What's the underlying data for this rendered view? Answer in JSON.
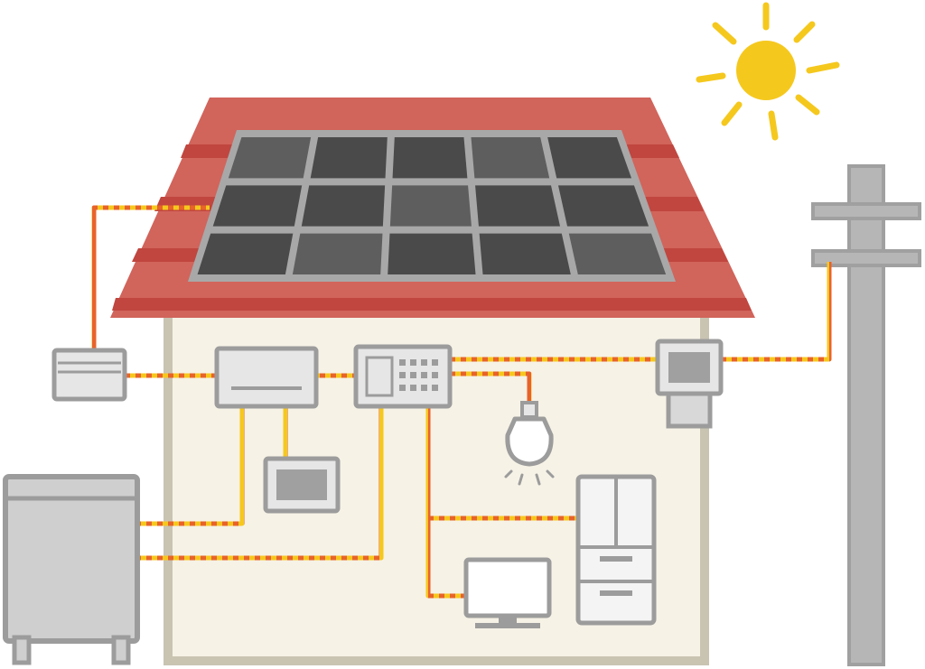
{
  "colors": {
    "background": "#ffffff",
    "sun": "#f5c81e",
    "roof": "#d1645b",
    "roof_stripe": "#c0463f",
    "panel_frame": "#a8a8a8",
    "panel_cell": "#4a4a4a",
    "panel_cell_shine": "#5e5e5e",
    "wall": "#f6f2e6",
    "wall_outline": "#c9c3b2",
    "device_fill": "#e6e6e6",
    "device_outline": "#9c9c9c",
    "device_screen": "#a0a0a0",
    "wire_orange": "#e8632b",
    "wire_yellow": "#f5c81e",
    "pole": "#b6b6b6",
    "pole_outline": "#a0a0a0"
  },
  "icons": {
    "sun": "sun-icon",
    "solar_panel": "solar-panel-icon",
    "house": "house-icon",
    "junction_box": "junction-box-icon",
    "power_conditioner": "power-conditioner-icon",
    "distribution_board": "distribution-board-icon",
    "power_meter": "power-meter-icon",
    "remote_monitor": "monitor-panel-icon",
    "storage_battery": "storage-battery-icon",
    "light_bulb": "light-bulb-icon",
    "refrigerator": "refrigerator-icon",
    "television": "television-icon",
    "utility_pole": "utility-pole-icon"
  },
  "solar_panel": {
    "rows": 3,
    "columns": 5
  },
  "distribution_board": {
    "breaker_rows": 3,
    "breaker_columns": 4
  }
}
